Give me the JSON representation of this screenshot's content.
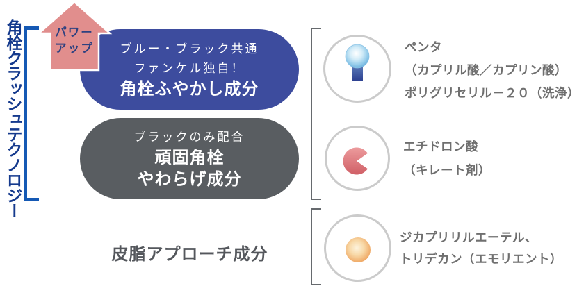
{
  "left_column": {
    "vertical_label": "角栓クラッシュテクノロジー",
    "arrow": {
      "line1": "パワー",
      "line2": "アップ"
    }
  },
  "pills": {
    "blue": {
      "line1": "ブルー・ブラック共通",
      "line2": "ファンケル独自！",
      "line3": "角栓ふやかし成分"
    },
    "gray": {
      "line1": "ブラックのみ配合",
      "line2": "頑固角栓",
      "line3": "やわらげ成分"
    }
  },
  "sebum_label": "皮脂アプローチ成分",
  "ingredients": [
    {
      "icon": "pin-icon",
      "line1": "ペンタ",
      "line2": "（カプリル酸／カプリン酸）",
      "line3": "ポリグリセリル－２０（洗浄）"
    },
    {
      "icon": "pacman-icon",
      "line1": "エチドロン酸",
      "line2": "（キレート剤）"
    },
    {
      "icon": "ball-icon",
      "line1": "ジカプリリルエーテル、",
      "line2": "トリデカン（エモリエント）"
    }
  ],
  "colors": {
    "pill_blue": "#3d4c9e",
    "pill_gray": "#595d61",
    "arrow_fill": "#e18e8d",
    "arrow_text": "#2e4180",
    "vertical_label_text": "#153a8d",
    "left_bracket": "#1559b4",
    "right_bracket": "#666a6e",
    "circle_stroke": "#cbcbcb",
    "ingredient_text": "#6f6f6f",
    "sebum_text": "#54575c"
  }
}
